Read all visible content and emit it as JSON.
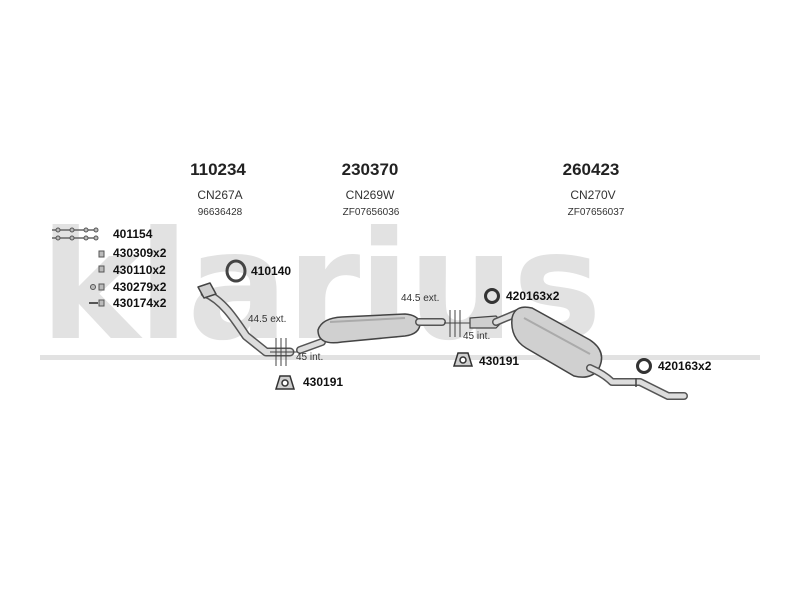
{
  "watermark": "klarius",
  "sections": [
    {
      "code": "110234",
      "name": "CN267A",
      "ref": "96636428"
    },
    {
      "code": "230370",
      "name": "CN269W",
      "ref": "ZF07656036"
    },
    {
      "code": "260423",
      "name": "CN270V",
      "ref": "ZF07656037"
    }
  ],
  "fitting_kit": [
    "401154",
    "430309x2",
    "430110x2",
    "430279x2",
    "430174x2"
  ],
  "parts": {
    "gasket_front": "410140",
    "mount_left": "430191",
    "mount_mid": "430191",
    "ring_top_right": "420163x2",
    "ring_bottom_right": "420163x2"
  },
  "dimensions": {
    "left_ext": "44.5 ext.",
    "left_int": "45 int.",
    "right_ext": "44.5 ext.",
    "right_int": "45 int."
  }
}
